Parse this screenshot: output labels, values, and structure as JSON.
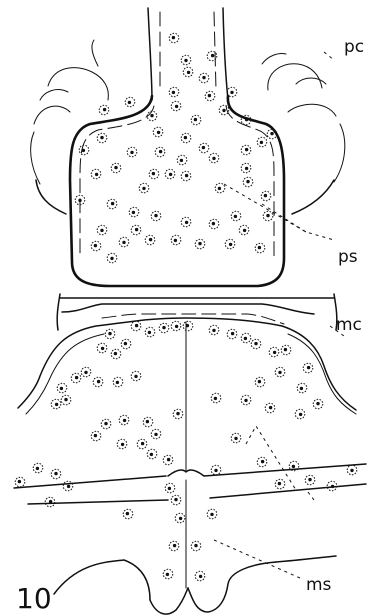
{
  "figure": {
    "number": "10"
  },
  "labels": {
    "pc": "pc",
    "ps": "ps",
    "mc": "mc",
    "ms": "ms"
  },
  "colors": {
    "ink": "#111111",
    "paper": "#ffffff"
  }
}
